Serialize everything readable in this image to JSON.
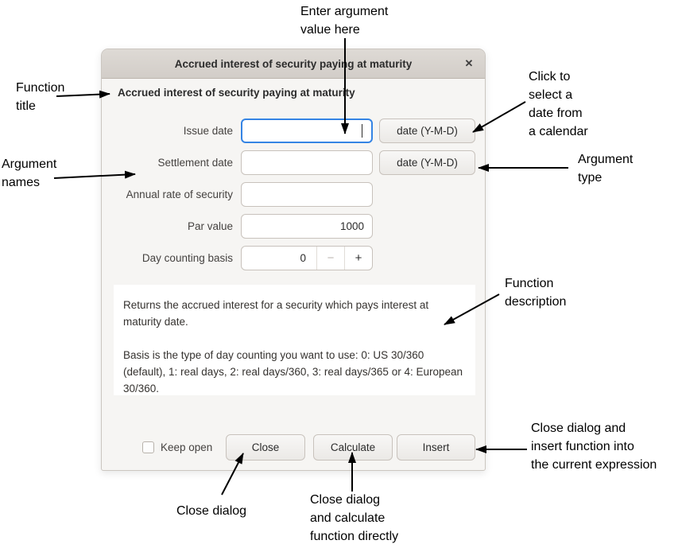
{
  "window": {
    "title": "Accrued interest of security paying at maturity",
    "close_icon": "✕"
  },
  "dialog": {
    "heading": "Accrued interest of security paying at maturity",
    "fields": [
      {
        "label": "Issue date",
        "value": "",
        "type_button": "date (Y-M-D)"
      },
      {
        "label": "Settlement date",
        "value": "",
        "type_button": "date (Y-M-D)"
      },
      {
        "label": "Annual rate of security",
        "value": ""
      },
      {
        "label": "Par value",
        "value": "1000"
      },
      {
        "label": "Day counting basis",
        "value": "0",
        "minus": "−",
        "plus": "+"
      }
    ],
    "description": {
      "para1": "Returns the accrued interest for a security which pays interest at maturity date.",
      "para2": "Basis is the type of day counting you want to use: 0: US 30/360 (default), 1: real days, 2: real days/360, 3: real days/365 or 4: European 30/360."
    },
    "footer": {
      "keep_open": "Keep open",
      "close": "Close",
      "calculate": "Calculate",
      "insert": "Insert"
    }
  },
  "annotations": {
    "enter_value": "Enter argument\nvalue here",
    "function_title": "Function\ntitle",
    "argument_names": "Argument\nnames",
    "calendar": "Click to\nselect a\ndate from\na calendar",
    "argument_type": "Argument\ntype",
    "function_description": "Function\ndescription",
    "insert_note": "Close dialog and\ninsert function into\nthe current expression",
    "close_note": "Close dialog",
    "calculate_note": "Close dialog\nand calculate\nfunction directly"
  },
  "colors": {
    "focus_accent": "#3584e4",
    "titlebar": "#d8d4cf",
    "dialog_bg": "#f6f5f3",
    "annotation": "#000000"
  }
}
